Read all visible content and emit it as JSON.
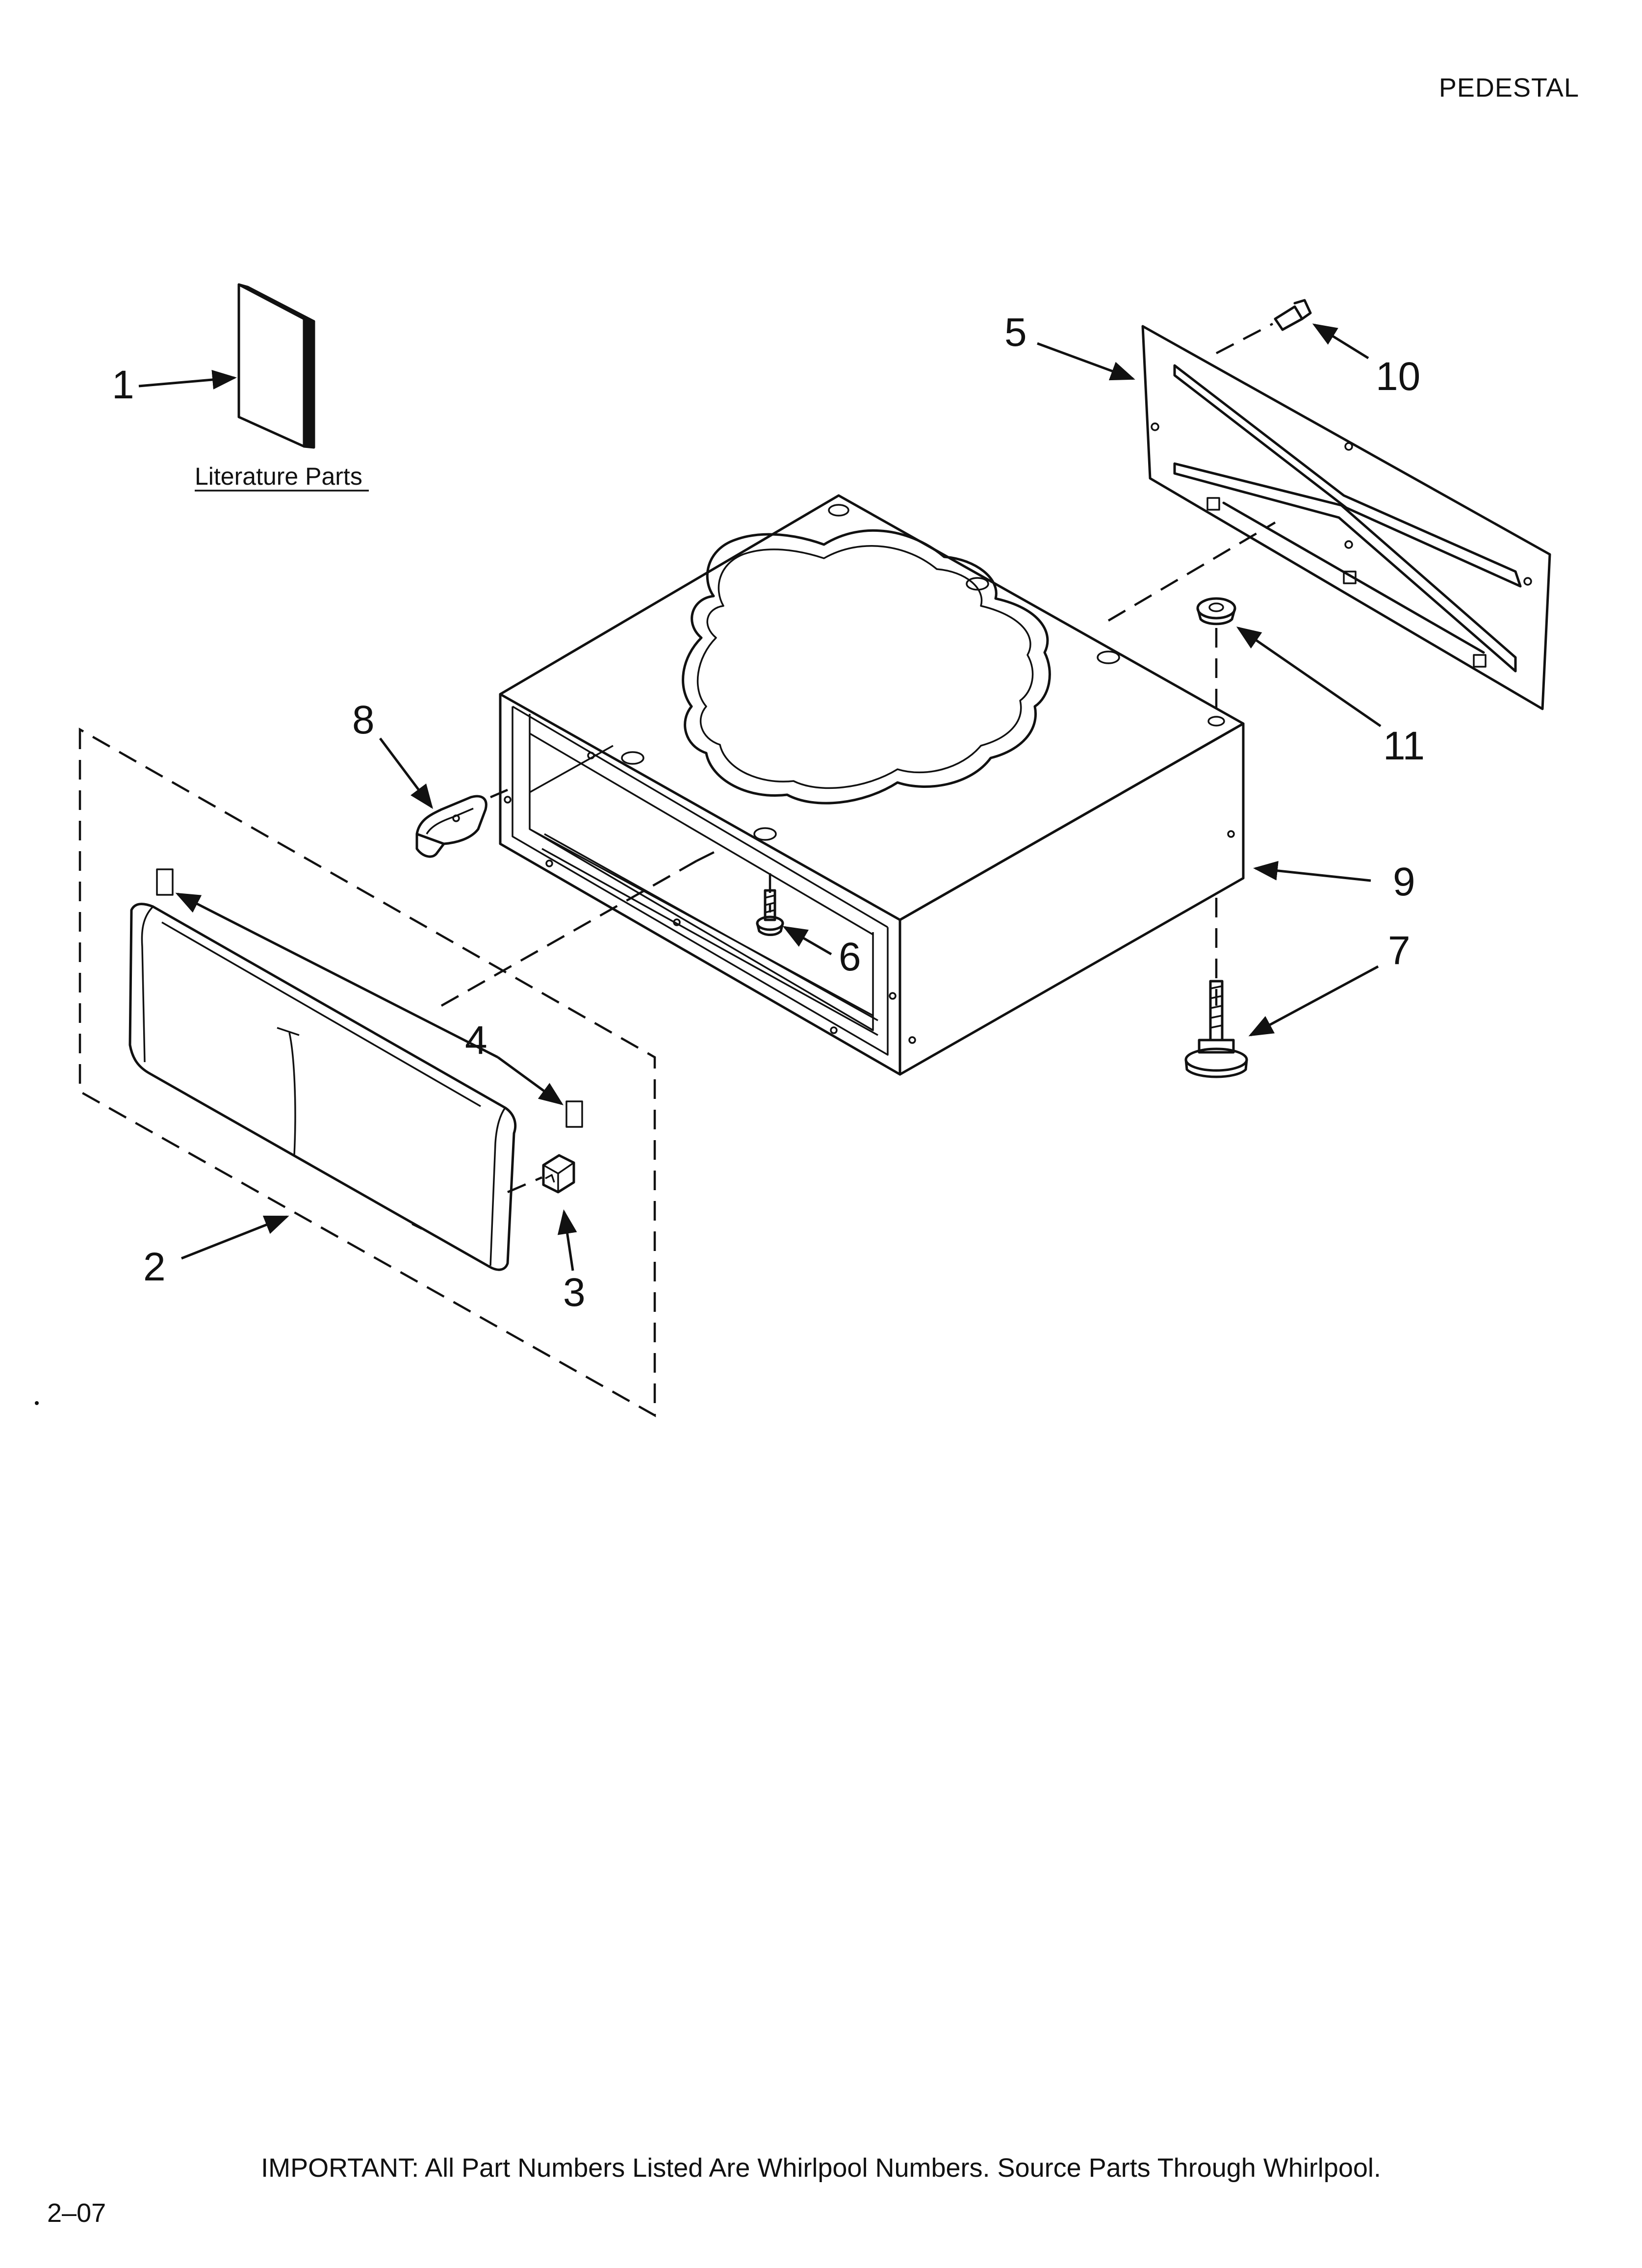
{
  "header": {
    "title": "PEDESTAL"
  },
  "footer": {
    "note": "IMPORTANT: All Part Numbers Listed Are Whirlpool Numbers. Source Parts Through Whirlpool.",
    "date": "2–07"
  },
  "literature": {
    "caption": "Literature Parts"
  },
  "callouts": {
    "c1": "1",
    "c2": "2",
    "c3": "3",
    "c4": "4",
    "c5": "5",
    "c6": "6",
    "c7": "7",
    "c8": "8",
    "c9": "9",
    "c10": "10",
    "c11": "11"
  }
}
